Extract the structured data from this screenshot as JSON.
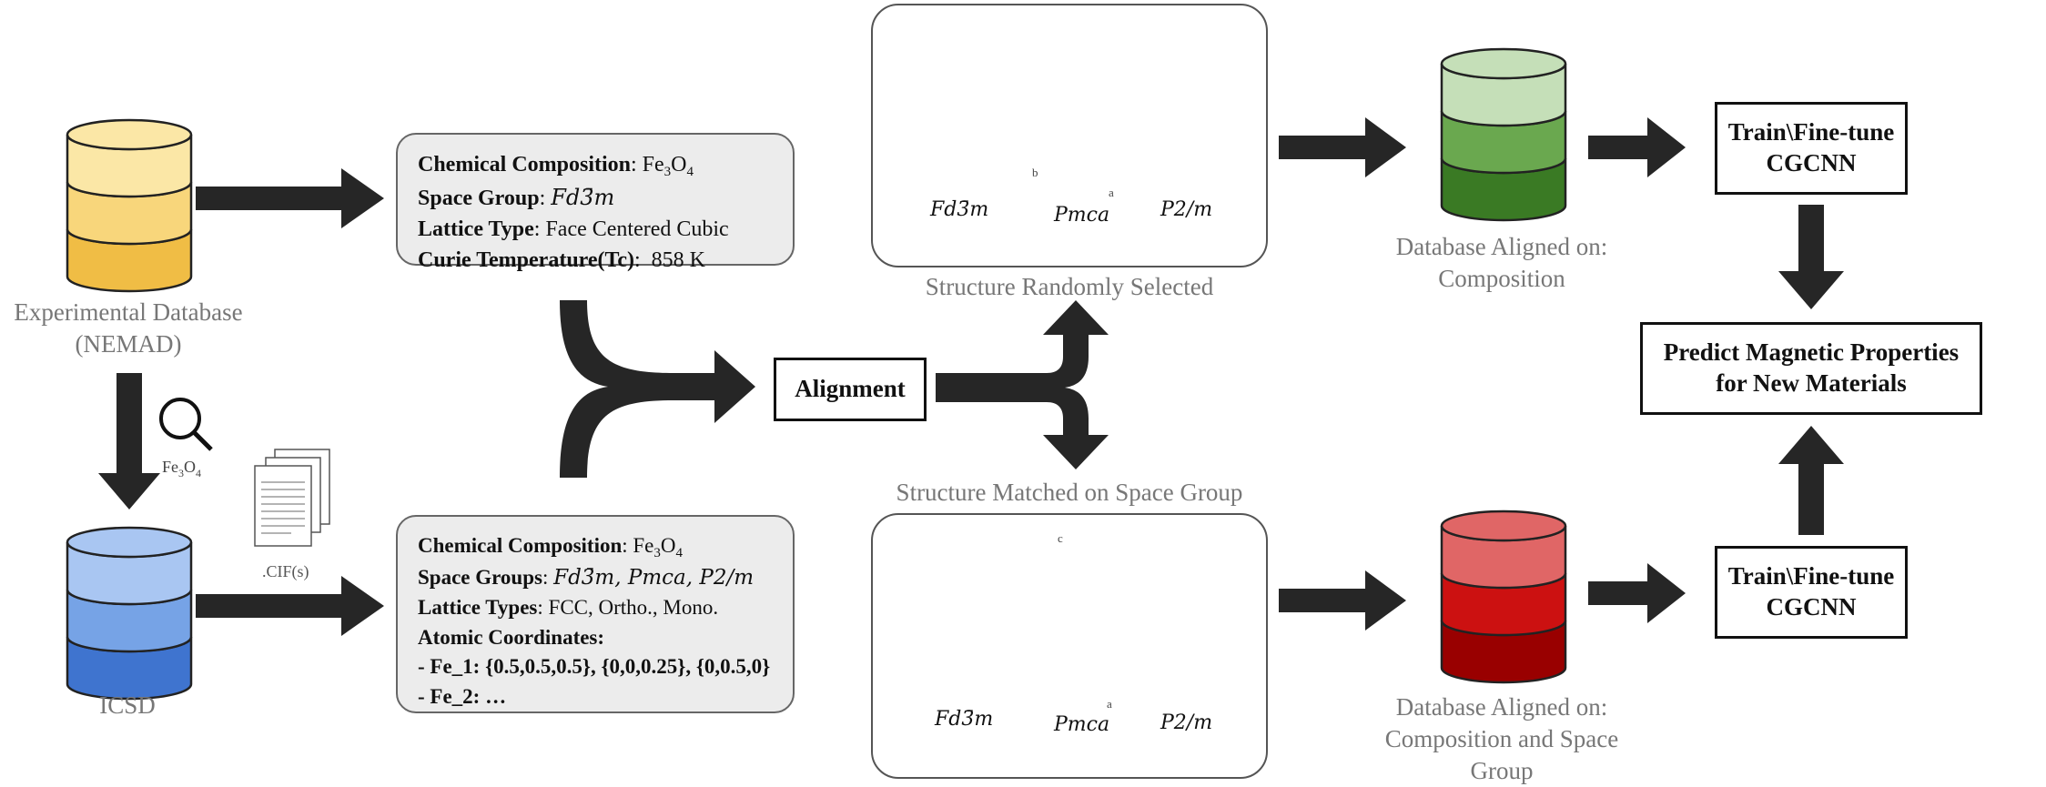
{
  "nemad": {
    "label_line1": "Experimental Database",
    "label_line2": "(NEMAD)"
  },
  "icsd": {
    "label": "ICSD"
  },
  "search": {
    "formula_base": "Fe",
    "formula_sub1": "3",
    "formula_mid": "O",
    "formula_sub2": "4"
  },
  "cif": {
    "label": ".CIF(s)"
  },
  "info_top": {
    "comp_label": "Chemical Composition",
    "comp_base": "Fe",
    "comp_sub1": "3",
    "comp_mid": "O",
    "comp_sub2": "4",
    "sg_label": "Space Group",
    "sg_value": "Fd3̄m",
    "lattice_label": "Lattice Type",
    "lattice_value": "Face Centered Cubic",
    "curie_label": "Curie Temperature(Tc)",
    "curie_value": "858 K"
  },
  "info_bottom": {
    "comp_label": "Chemical Composition",
    "comp_base": "Fe",
    "comp_sub1": "3",
    "comp_mid": "O",
    "comp_sub2": "4",
    "sg_label": "Space Groups",
    "sg_value": "Fd3̄m, Pmca, P2/m",
    "lattice_label": "Lattice Types",
    "lattice_value": "FCC, Ortho., Mono.",
    "coords_label": "Atomic Coordinates:",
    "coord_line1": "- Fe_1: {0.5,0.5,0.5}, {0,0,0.25}, {0,0.5,0}",
    "coord_line2": "- Fe_2: …"
  },
  "alignment": {
    "label": "Alignment"
  },
  "panel_top": {
    "caption": "Structure Randomly Selected",
    "sg1": "Fd3̄m",
    "sg2": "Pmca",
    "sg3": "P2/m"
  },
  "panel_bottom": {
    "caption": "Structure Matched on Space Group",
    "sg1": "Fd3̄m",
    "sg2": "Pmca",
    "sg3": "P2/m"
  },
  "axis": {
    "a": "a",
    "b": "b",
    "c": "c"
  },
  "db_green": {
    "caption_line1": "Database Aligned on:",
    "caption_line2": "Composition"
  },
  "db_red": {
    "caption_line1": "Database Aligned on:",
    "caption_line2": "Composition and Space",
    "caption_line3": "Group"
  },
  "train_top": {
    "line1": "Train\\Fine-tune",
    "line2": "CGCNN"
  },
  "train_bottom": {
    "line1": "Train\\Fine-tune",
    "line2": "CGCNN"
  },
  "predict": {
    "line1": "Predict Magnetic Properties",
    "line2": "for New Materials"
  },
  "colors": {
    "yellow": [
      "#fbe7a6",
      "#f8d67b",
      "#f0bd45"
    ],
    "blue": [
      "#a9c6f2",
      "#76a3e6",
      "#3f74cf"
    ],
    "green": [
      "#c5dfb8",
      "#6aa84f",
      "#3a7a24"
    ],
    "red": [
      "#e06666",
      "#cc1111",
      "#990000"
    ],
    "arrow": "#262626",
    "atom_fe": "#c0603a",
    "atom_o": "#dd1111"
  }
}
